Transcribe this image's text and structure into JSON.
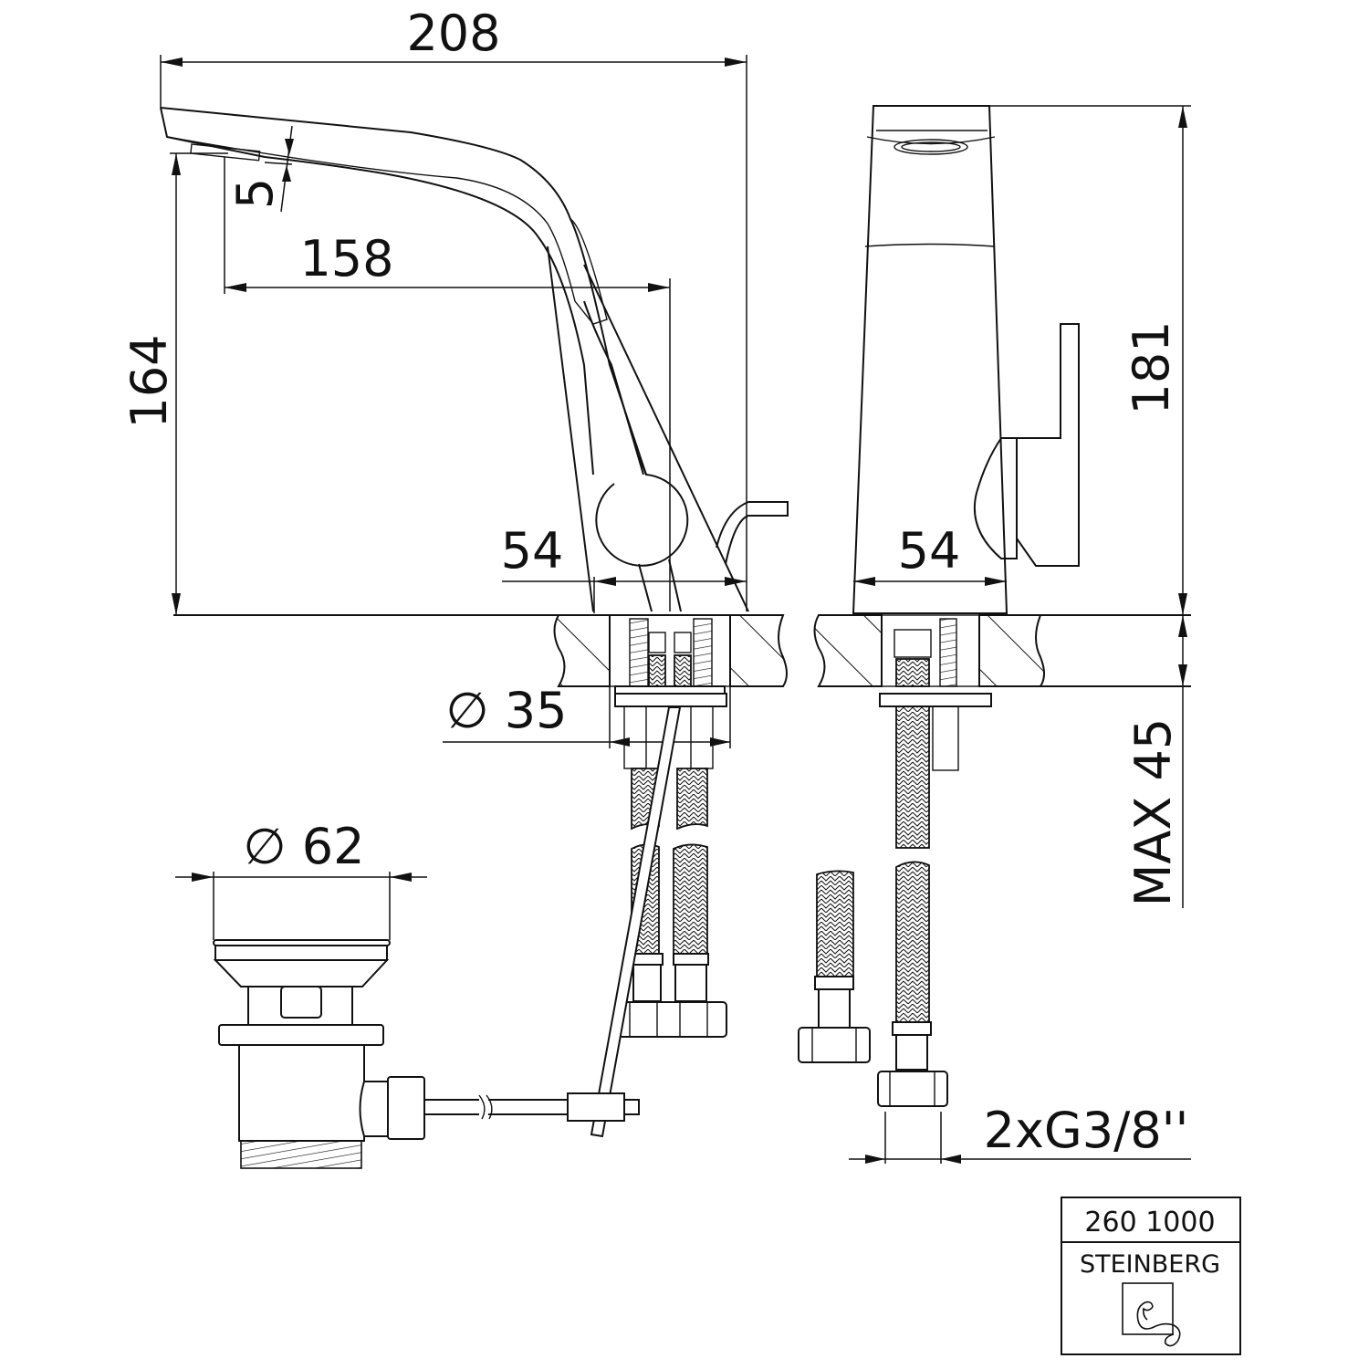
{
  "drawing": {
    "title": "Single-lever basin mixer technical drawing",
    "units": "mm"
  },
  "dimensions": {
    "overall_length": "208",
    "spout_height": "164",
    "aerator_offset": "5",
    "spout_reach": "158",
    "base_width_front": "54",
    "base_width_side": "54",
    "total_height": "181",
    "hole_diameter": "∅ 35",
    "waste_diameter": "∅ 62",
    "max_counter_thickness": "MAX 45",
    "connection": "2xG3/8''"
  },
  "title_block": {
    "article_number": "260 1000",
    "brand": "STEINBERG",
    "logo": "steinberg-logo-icon"
  }
}
